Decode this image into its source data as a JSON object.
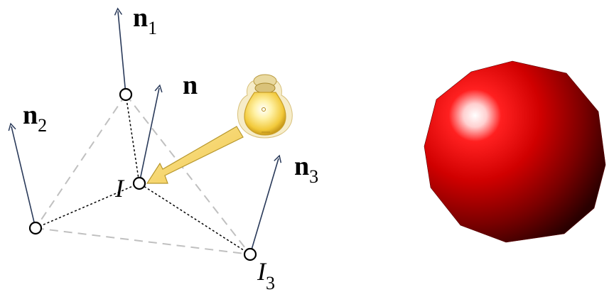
{
  "labels": {
    "n1": {
      "main": "n",
      "sub": "1"
    },
    "n": {
      "main": "n"
    },
    "n2": {
      "main": "n",
      "sub": "2"
    },
    "n3": {
      "main": "n",
      "sub": "3"
    },
    "I": {
      "main": "I"
    },
    "I3": {
      "main": "I",
      "sub": "3"
    }
  },
  "colors": {
    "normal_arrow": "#2a3a5a",
    "triangle_edge": "#c0c0c0",
    "interp_line": "#000000",
    "light_arrow_fill": "#f7d56b",
    "light_arrow_stroke": "#b8982e",
    "sphere_base": "#e00000",
    "sphere_highlight": "#ffffff",
    "sphere_shadow": "#3a0000"
  },
  "icons": {
    "light": "light-bulb-icon",
    "sphere": "shaded-sphere"
  }
}
